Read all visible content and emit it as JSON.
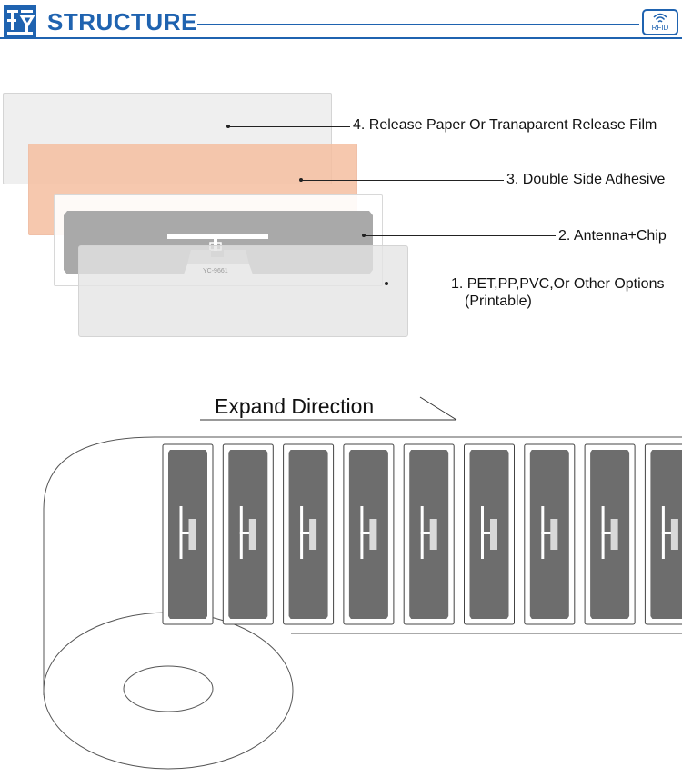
{
  "header": {
    "title": "STRUCTURE",
    "badge_text": "RFID",
    "accent_color": "#1f63b0"
  },
  "layers": [
    {
      "label": "4. Release Paper Or Tranaparent Release Film"
    },
    {
      "label": "3. Double Side Adhesive"
    },
    {
      "label": "2. Antenna+Chip"
    },
    {
      "label_line1": "1. PET,PP,PVC,Or Other Options",
      "label_line2": "(Printable)"
    }
  ],
  "inlay_text": "YC-9661",
  "roll": {
    "title": "Expand Direction",
    "label_count_visible": 9
  },
  "icons": {
    "logo": "brand-logo-icon",
    "badge": "rfid-wifi-icon",
    "arrow": "expand-direction-arrow-icon"
  }
}
